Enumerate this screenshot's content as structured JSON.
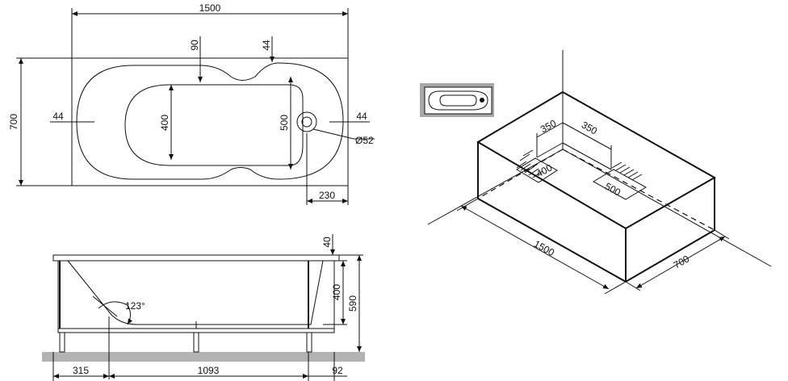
{
  "top_view": {
    "length": "1500",
    "width": "700",
    "rim_top": "90",
    "rim_top_right": "44",
    "rim_left": "44",
    "rim_right": "44",
    "inner_left": "400",
    "inner_right": "500",
    "drain_diameter": "Ø52",
    "drain_offset": "230"
  },
  "side_view": {
    "rim_height": "40",
    "depth": "400",
    "total_height": "590",
    "angle": "123°",
    "left_offset": "315",
    "bottom_length": "1093",
    "right_offset": "92"
  },
  "iso_view": {
    "a": "350",
    "b": "350",
    "c": "400",
    "d": "500",
    "length": "1500",
    "width": "700"
  }
}
